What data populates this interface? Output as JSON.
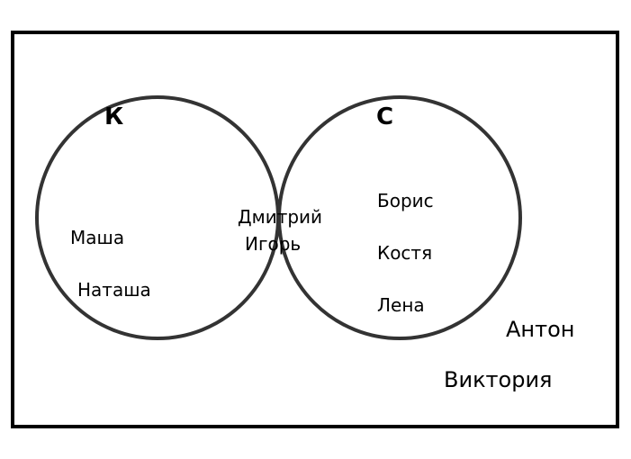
{
  "colors": {
    "background": "#ffffff",
    "frame": "#000000",
    "circle_stroke": "#333333",
    "intersection_fill": "#b3b3b3"
  },
  "sets": {
    "k": {
      "label": "К",
      "only": [
        "Маша",
        "Наташа"
      ]
    },
    "c": {
      "label": "С",
      "only": [
        "Борис",
        "Костя",
        "Лена"
      ]
    },
    "both": [
      "Дмитрий",
      "Игорь"
    ]
  },
  "outside": [
    "Антон",
    "Виктория"
  ]
}
